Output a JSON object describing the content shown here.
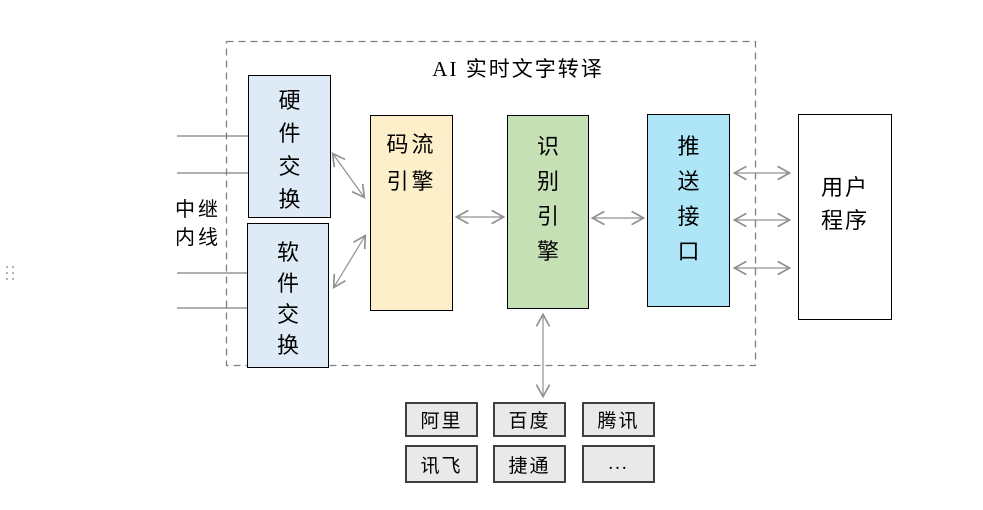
{
  "title": "AI 实时文字转译",
  "trunk_label": {
    "lines": [
      "中继",
      "内线"
    ]
  },
  "boxes": {
    "hardware": {
      "lines": [
        "硬",
        "件",
        "交",
        "换"
      ]
    },
    "software": {
      "lines": [
        "软",
        "件",
        "交",
        "换"
      ]
    },
    "stream": {
      "lines": [
        "码流",
        "引擎"
      ]
    },
    "recognition": {
      "lines": [
        "识",
        "别",
        "引",
        "擎"
      ]
    },
    "push": {
      "lines": [
        "推",
        "送",
        "接",
        "口"
      ]
    },
    "user": {
      "lines": [
        "用户",
        "程序"
      ]
    }
  },
  "vendors": [
    "阿里",
    "百度",
    "腾讯",
    "讯飞",
    "捷通",
    "..."
  ],
  "colors": {
    "hardware_fill": "#DEEBF7",
    "software_fill": "#DEEBF7",
    "stream_fill": "#FCEFC9",
    "recognition_fill": "#C5E0B4",
    "push_fill": "#AEE6F8",
    "user_fill": "#FFFFFF",
    "vendor_fill": "#E9E9E9",
    "vendor_border": "#3F3F3F",
    "box_border": "#000000",
    "dashed_boundary": "#808080",
    "arrow": "#909090"
  }
}
